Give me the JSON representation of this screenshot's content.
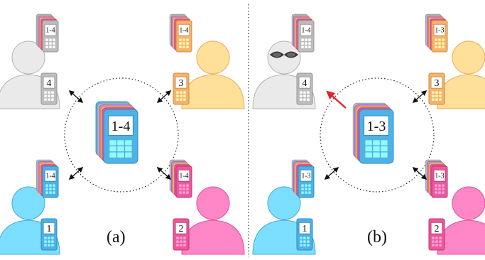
{
  "colors": {
    "gray": "#bdbdbd",
    "orange": "#f6b36b",
    "blue": "#4fb2e6",
    "pink": "#ea5a9b",
    "arrow": "#111111",
    "attack_arrow": "#e8202a",
    "phone_screen": "#ffffff"
  },
  "panels": [
    {
      "caption": "(a)",
      "center_label": "1-4",
      "users": [
        {
          "color": "gray",
          "own_number": "4",
          "received_label": "1-4"
        },
        {
          "color": "orange",
          "own_number": "3",
          "received_label": "1-4"
        },
        {
          "color": "blue",
          "own_number": "1",
          "received_label": "1-4"
        },
        {
          "color": "pink",
          "own_number": "2",
          "received_label": "1-4"
        }
      ]
    },
    {
      "caption": "(b)",
      "center_label": "1-3",
      "users": [
        {
          "color": "gray",
          "own_number": "4",
          "received_label": "1-4",
          "masked": true
        },
        {
          "color": "orange",
          "own_number": "3",
          "received_label": "1-3"
        },
        {
          "color": "blue",
          "own_number": "1",
          "received_label": "1-3"
        },
        {
          "color": "pink",
          "own_number": "2",
          "received_label": "1-3"
        }
      ]
    }
  ]
}
